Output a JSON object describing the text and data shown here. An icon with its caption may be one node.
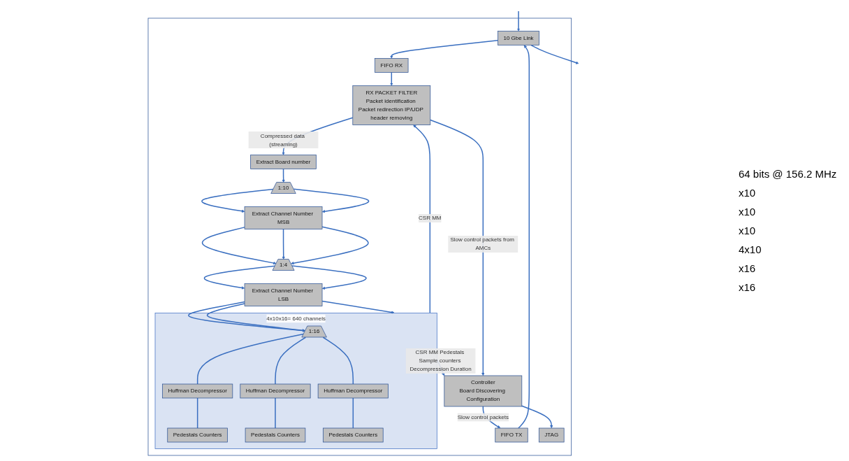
{
  "diagram": {
    "nodes": [
      {
        "text": [],
        "shape": "box"
      },
      {
        "text": [
          "10 Gbe Link"
        ],
        "in": 0
      },
      {
        "text": [
          "FIFO TX"
        ],
        "in": 0
      },
      {
        "text": [
          "FIFO RX"
        ],
        "in": 0
      },
      {
        "text": [
          "RX PACKET FILTER",
          "Packet identification Packet redirection IP/UDP header removing"
        ],
        "in": 0
      },
      {
        "text": [
          "Controller",
          "Board Discovering Configuration"
        ],
        "in": 0
      },
      {
        "text": [
          "JTAG"
        ],
        "in": 0
      },
      {
        "text": [
          "Extract Board number"
        ],
        "in": 0
      },
      {
        "text": [
          "1:10"
        ],
        "in": 0
      },
      {
        "text": [
          "Extract Channel Number MSB"
        ],
        "in": 0
      },
      {
        "text": [
          "1:4"
        ],
        "in": 0
      },
      {
        "text": [
          "Extract Channel Number LSB"
        ],
        "in": 0
      },
      {
        "text": [
          "4x10x16= 640 channels"
        ],
        "in": 0
      },
      {
        "text": [
          "1:16"
        ],
        "in": 12
      },
      {
        "text": [
          "Huffman Decompressor"
        ],
        "in": 12
      },
      {
        "text": [
          "Pedestals Counters"
        ],
        "in": 12
      },
      {
        "text": [
          "Huffman Decompressor"
        ],
        "in": 12
      },
      {
        "text": [
          "Pedestals Counters"
        ],
        "in": 12
      },
      {
        "text": [
          "Huffman Decompressor"
        ],
        "in": 12
      },
      {
        "text": [
          "Pedestals Counters"
        ],
        "in": 12
      }
    ],
    "edges": [
      {
        "from": 1,
        "to": null,
        "arrow": "to"
      },
      {
        "from": null,
        "to": 1,
        "arrow": "to"
      },
      {
        "from": 2,
        "to": 1,
        "arrow": "to"
      },
      {
        "from": 5,
        "to": 2,
        "arrow": "to",
        "label": "Slow control packets"
      },
      {
        "from": 1,
        "to": 3,
        "arrow": "to"
      },
      {
        "from": 3,
        "to": 4,
        "arrow": "to"
      },
      {
        "from": 4,
        "to": 5,
        "arrow": "to",
        "label": "Slow control packets from AMCs"
      },
      {
        "from": 5,
        "to": 6,
        "arrow": "to"
      },
      {
        "from": 12,
        "to": 4,
        "arrow": "to",
        "label": "CSR MM"
      },
      {
        "from": 12,
        "to": 5,
        "arrow": "to",
        "label": "CSR MM Pedestals Sample counters Decompression Duration"
      },
      {
        "from": 4,
        "to": 7,
        "arrow": "to",
        "label": "Compressed data (streaming)"
      },
      {
        "from": 7,
        "to": 8,
        "arrow": "to"
      },
      {
        "from": 8,
        "to": 9,
        "arrow": "to"
      },
      {
        "from": 8,
        "to": 9,
        "arrow": "to"
      },
      {
        "from": 9,
        "to": 10,
        "arrow": "to"
      },
      {
        "from": 9,
        "to": 10,
        "arrow": "to"
      },
      {
        "from": 9,
        "to": 10,
        "arrow": "to"
      },
      {
        "from": 10,
        "to": 11,
        "arrow": "to"
      },
      {
        "from": 10,
        "to": 11,
        "arrow": "to"
      },
      {
        "from": 11,
        "to": 12,
        "arrow": "to"
      },
      {
        "from": 11,
        "to": 13,
        "arrow": "to"
      },
      {
        "from": 11,
        "to": 13,
        "arrow": "to"
      },
      {
        "from": 13,
        "to": 14,
        "arrow": "none"
      },
      {
        "from": 13,
        "to": 16,
        "arrow": "none"
      },
      {
        "from": 13,
        "to": 18,
        "arrow": "none"
      },
      {
        "from": 14,
        "to": 15,
        "arrow": "none"
      },
      {
        "from": 16,
        "to": 17,
        "arrow": "none"
      },
      {
        "from": 18,
        "to": 19,
        "arrow": "none"
      }
    ],
    "labels": [
      "64 bits @ 156.2 MHz",
      "x10",
      "x10",
      "x10",
      "4x10",
      "x16",
      "x16"
    ]
  }
}
